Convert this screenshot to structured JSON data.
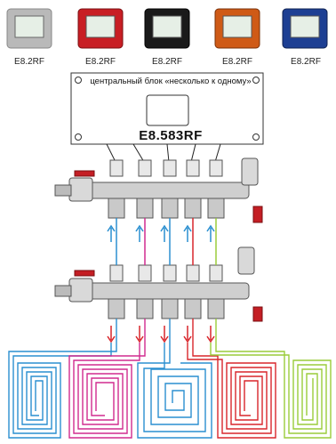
{
  "thermostats": [
    {
      "label": "E8.2RF",
      "color": "#b8b8b8"
    },
    {
      "label": "E8.2RF",
      "color": "#c81e24"
    },
    {
      "label": "E8.2RF",
      "color": "#1a1a1a"
    },
    {
      "label": "E8.2RF",
      "color": "#cf5a16"
    },
    {
      "label": "E8.2RF",
      "color": "#1d3f93"
    }
  ],
  "central_unit": {
    "caption": "центральный блок «несколько к одному»",
    "model": "E8.583RF"
  },
  "loop_colors": [
    "#2a8fd0",
    "#d12b8f",
    "#2a8fd0",
    "#d9262c",
    "#9acc3a"
  ],
  "flow_arrow_colors": {
    "supply": "#2a8fd0",
    "return": "#d9262c"
  }
}
